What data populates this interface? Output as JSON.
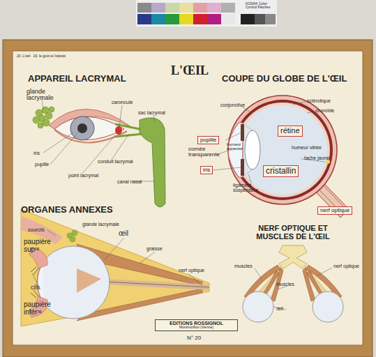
{
  "diagram": {
    "title": "L'ŒIL",
    "nodes": [
      {
        "text": [
          "rétine"
        ]
      },
      {
        "text": [
          "pupille"
        ]
      },
      {
        "text": [
          "cristallin"
        ]
      },
      {
        "text": [
          "iris"
        ]
      },
      {
        "text": [
          "nerf optique"
        ]
      },
      {
        "text": [
          "EDITIONS ROSSIGNOL",
          "Montmorillon (Vienne)"
        ]
      }
    ],
    "labels": [
      "KODAK Color Control Patches",
      "20. L'œil - 19. le goût et l'odorat",
      "APPAREIL LACRYMAL",
      "COUPE DU GLOBE DE L'ŒIL",
      "glande lacrymale",
      "caroncule",
      "sac lacrymal",
      "iris",
      "pupille",
      "conduit lacrymal",
      "point lacrymal",
      "canal nasal",
      "conjonctive",
      "sclérotique",
      "choroïde",
      "cornée transparente",
      "humeur aqueuse",
      "humeur vitrée",
      "tache jaune",
      "ligament suspenseur",
      "ORGANES ANNEXES",
      "sourcils",
      "paupière supʳᵉ",
      "glande lacrymale",
      "œil",
      "graisse",
      "nerf optique",
      "cils",
      "paupière inférʳᵉ",
      "NERF OPTIQUE ET MUSCLES DE L'ŒIL",
      "muscles",
      "nerf optique",
      "muscles",
      "œil",
      "N° 20"
    ]
  }
}
